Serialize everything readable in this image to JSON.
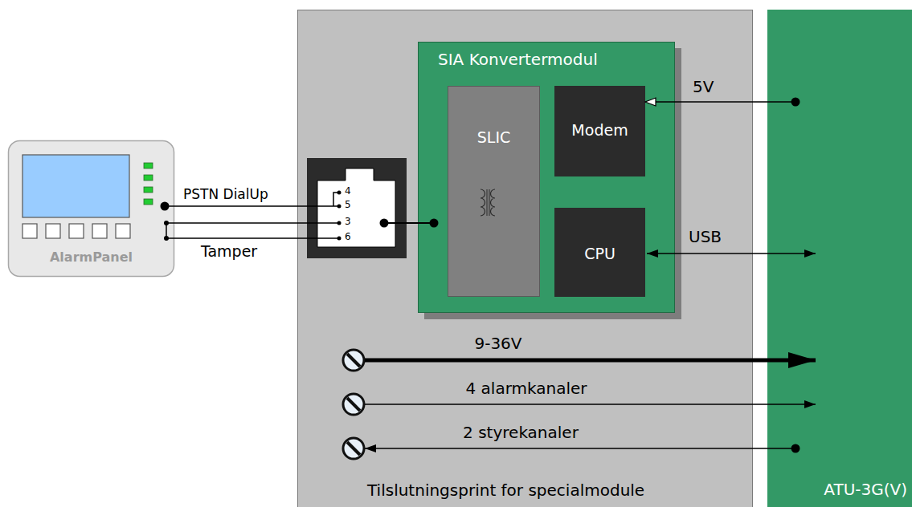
{
  "diagram": {
    "nodes": [
      {
        "text": [
          "AlarmPanel"
        ]
      },
      {
        "text": [
          "Tilslutningsprint for specialmodule"
        ]
      },
      {
        "text": [
          "4",
          "5",
          "3",
          "6"
        ],
        "in": 1
      },
      {
        "text": [
          "SIA Konvertermodul"
        ],
        "in": 1
      },
      {
        "text": [
          "SLIC"
        ],
        "in": 3
      },
      {
        "text": [
          "Modem"
        ],
        "in": 3
      },
      {
        "text": [
          "CPU"
        ],
        "in": 3
      },
      {
        "text": [
          "ATU-3G(V)"
        ]
      }
    ],
    "edges": [
      {
        "from": 0,
        "to": 2,
        "label": "PSTN DialUp",
        "arrow": "none"
      },
      {
        "from": 0,
        "to": 2,
        "label": "Tamper",
        "arrow": "none"
      },
      {
        "from": 2,
        "to": 3,
        "arrow": "none"
      },
      {
        "from": 7,
        "to": 5,
        "label": "5V",
        "arrow": "to"
      },
      {
        "from": 6,
        "to": 7,
        "label": "USB",
        "arrow": "both"
      },
      {
        "from": 1,
        "to": 7,
        "label": "9-36V",
        "arrow": "to"
      },
      {
        "from": 1,
        "to": 7,
        "label": "4 alarmkanaler",
        "arrow": "to"
      },
      {
        "from": 7,
        "to": 1,
        "label": "2 styrekanaler",
        "arrow": "to"
      }
    ]
  }
}
